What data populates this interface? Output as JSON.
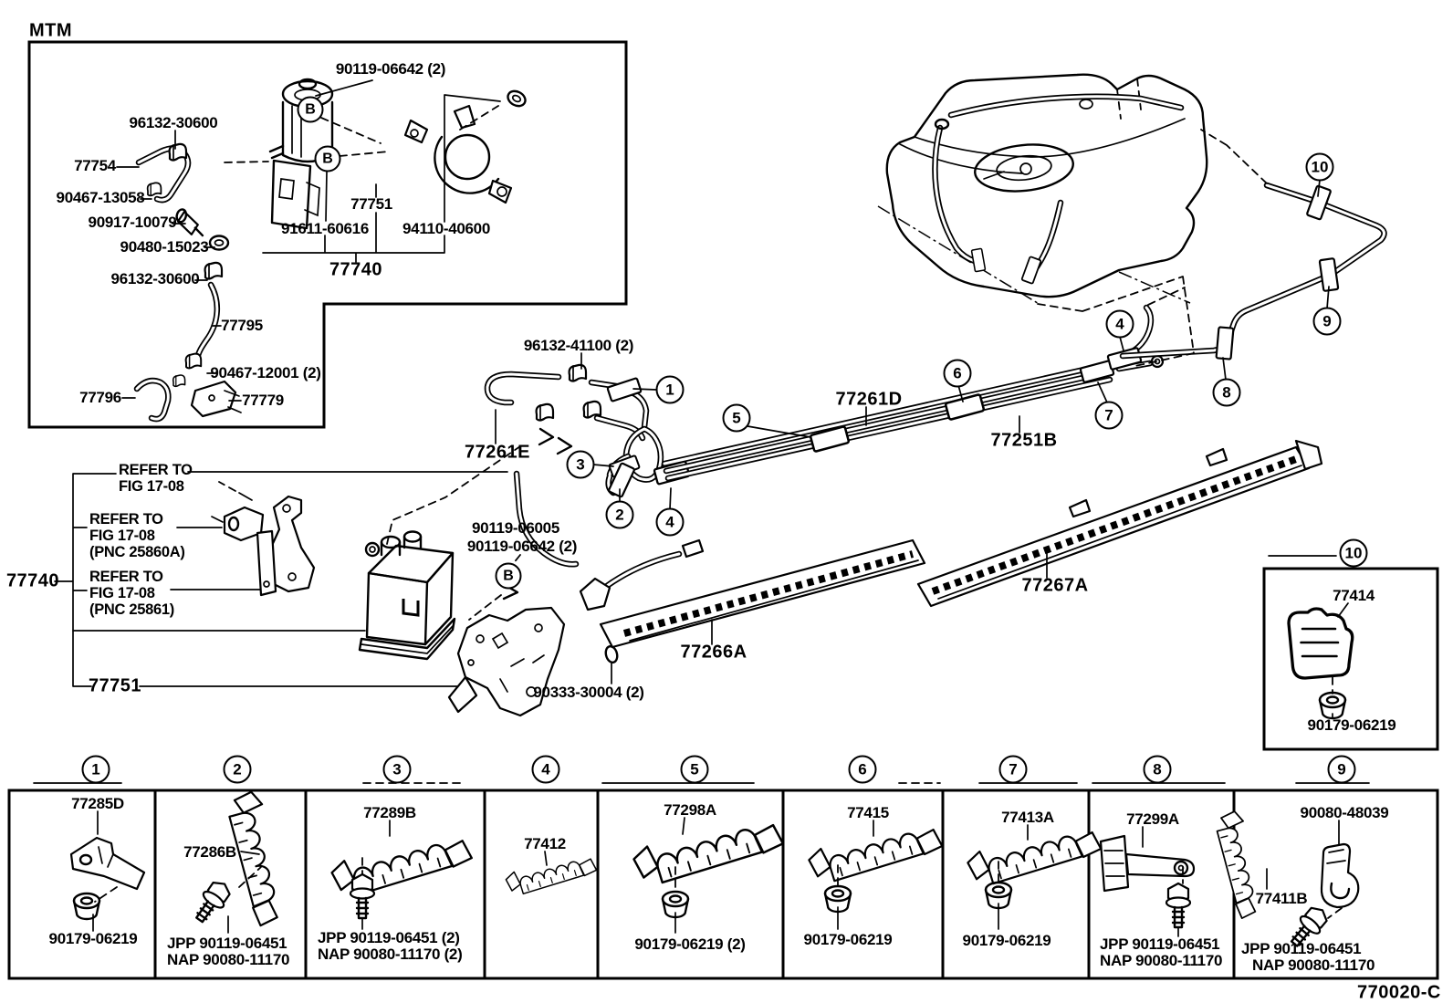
{
  "meta": {
    "variant_code": "MTM",
    "figure_number": "770020-C",
    "bolt_marker": "B"
  },
  "upper_box_labels": {
    "bolt_90119_06642": "90119-06642 (2)",
    "clip_96132_30600_a": "96132-30600",
    "hose_77754": "77754",
    "clip_90467_13058": "90467-13058",
    "valve_90917_10079": "90917-10079",
    "grommet_90480_15023": "90480-15023",
    "clip_96132_30600_b": "96132-30600",
    "bracket_77751": "77751",
    "bolt_91611_60616": "91611-60616",
    "grommet_94110_40600": "94110-40600",
    "assy_77740": "77740",
    "hose_77795": "77795",
    "clip_90467_12001": "90467-12001 (2)",
    "hose_77796": "77796",
    "pipe_77779": "77779"
  },
  "left_labels": {
    "assy_77740": "77740",
    "bracket_77751": "77751",
    "refer_1": {
      "l1": "REFER TO",
      "l2": "FIG 17-08"
    },
    "refer_2": {
      "l1": "REFER TO",
      "l2": "FIG 17-08",
      "l3": "(PNC 25860A)"
    },
    "refer_3": {
      "l1": "REFER TO",
      "l2": "FIG 17-08",
      "l3": "(PNC 25861)"
    }
  },
  "center_labels": {
    "clip_96132_41100": "96132-41100 (2)",
    "hose_77261E": "77261E",
    "bolt_90119_06005": "90119-06005",
    "bolt_90119_06642": "90119-06642 (2)",
    "ring_90333_30004": "90333-30004 (2)",
    "protector_77266A": "77266A",
    "protector_77267A": "77267A",
    "pipe_77261D": "77261D",
    "pipe_77251B": "77251B"
  },
  "callouts": {
    "c1": "1",
    "c2": "2",
    "c3": "3",
    "c4": "4",
    "c5": "5",
    "c6": "6",
    "c7": "7",
    "c8": "8",
    "c9": "9",
    "c10": "10"
  },
  "table": {
    "cells": [
      {
        "num": "1",
        "part": "77285D",
        "lines": [
          "90179-06219"
        ]
      },
      {
        "num": "2",
        "part": "77286B",
        "lines": [
          "JPP 90119-06451",
          "NAP 90080-11170"
        ]
      },
      {
        "num": "3",
        "part": "77289B",
        "lines": [
          "JPP 90119-06451 (2)",
          "NAP 90080-11170 (2)"
        ]
      },
      {
        "num": "4",
        "part": "77412",
        "lines": []
      },
      {
        "num": "5",
        "part": "77298A",
        "lines": [
          "90179-06219 (2)"
        ]
      },
      {
        "num": "6",
        "part": "77415",
        "lines": [
          "90179-06219"
        ]
      },
      {
        "num": "7",
        "part": "77413A",
        "lines": [
          "90179-06219"
        ]
      },
      {
        "num": "8",
        "part": "77299A",
        "lines": [
          "JPP 90119-06451",
          "NAP 90080-11170"
        ]
      },
      {
        "num": "9",
        "part": "77411B",
        "part2": "90080-48039",
        "lines": [
          "JPP 90119-06451",
          "NAP 90080-11170"
        ]
      }
    ]
  },
  "box10": {
    "num": "10",
    "part": "77414",
    "fastener": "90179-06219"
  }
}
